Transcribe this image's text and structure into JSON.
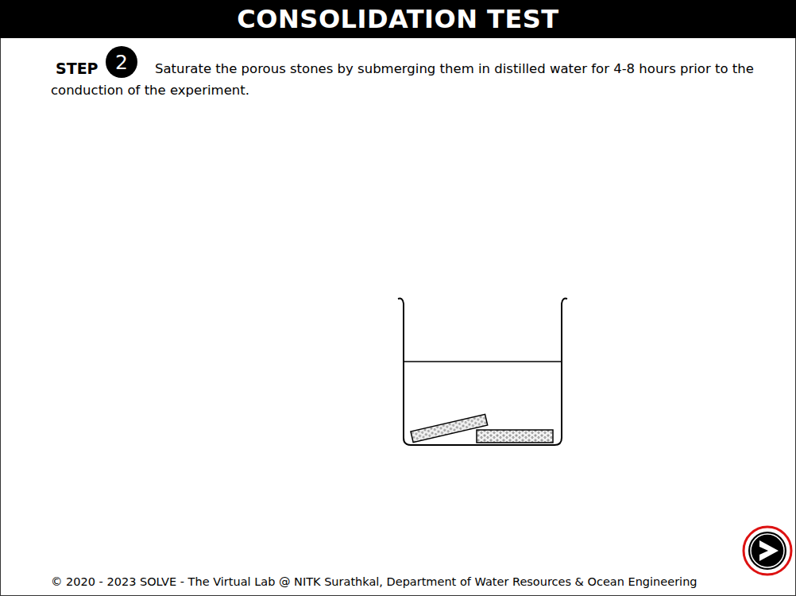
{
  "diagram": {
    "title": "CONSOLIDATION TEST",
    "nodes": [
      {
        "text": [
          "2"
        ]
      }
    ],
    "labels": [
      "STEP",
      "Saturate the porous stones by submerging them in distilled water for 4-8 hours prior to the conduction of the experiment.",
      "© 2020 - 2023 SOLVE - The Virtual Lab @ NITK Surathkal, Department of Water Resources & Ocean Engineering"
    ]
  }
}
